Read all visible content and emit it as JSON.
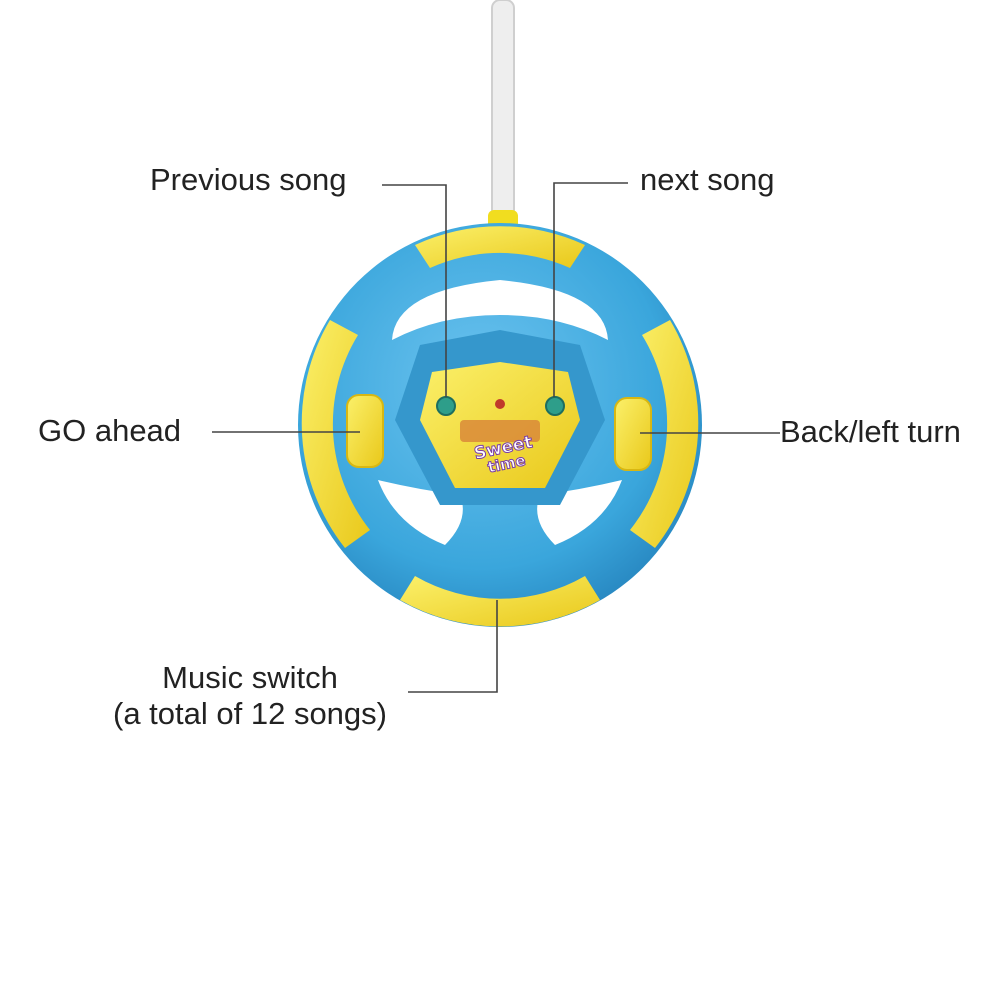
{
  "labels": {
    "previous_song": "Previous song",
    "next_song": "next song",
    "go_ahead": "GO ahead",
    "back_left_turn": "Back/left turn",
    "music_switch_line1": "Music switch",
    "music_switch_line2": "(a total of 12 songs)"
  },
  "logo": {
    "line1": "Sweet",
    "line2": "time"
  },
  "colors": {
    "wheel_blue": "#3aa6dc",
    "wheel_yellow": "#f5e02a",
    "leader_line": "#444444",
    "cable": "#e8e8e8"
  }
}
